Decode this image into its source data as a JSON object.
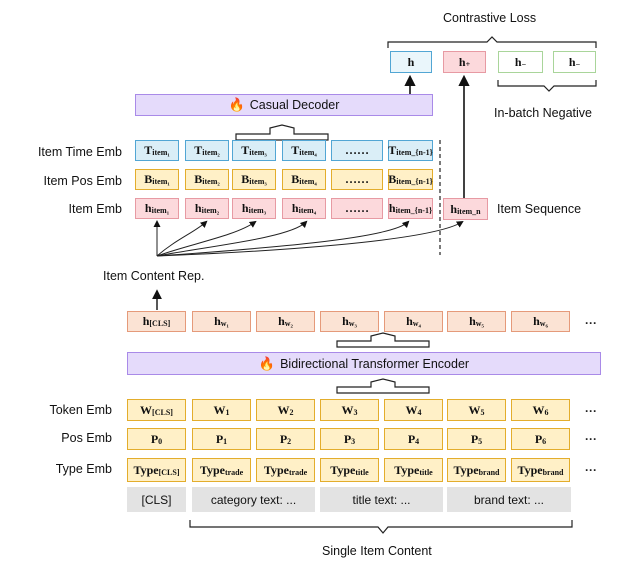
{
  "top": {
    "contrastive_loss": "Contrastive Loss",
    "in_batch_negative": "In-batch Negative",
    "h": "h",
    "h_plus_base": "h",
    "h_plus_sub": "+",
    "h_minus_base": "h",
    "h_minus_sub": "−"
  },
  "decoder": {
    "label": "Casual Decoder",
    "icon": "flame-icon"
  },
  "seq_rows": {
    "time_label": "Item Time Emb",
    "pos_label": "Item Pos Emb",
    "item_label": "Item Emb",
    "item_sequence_label": "Item Sequence",
    "ellipsis": "……",
    "time_letter": "T",
    "pos_letter": "B",
    "item_letter": "h",
    "subs": [
      "item₁",
      "item₂",
      "item₃",
      "item₄",
      "item_{n-1}"
    ],
    "last_sub": "item_n"
  },
  "content_rep": "Item Content Rep.",
  "output_tokens": {
    "cls_base": "h",
    "cls_sub": "[CLS]",
    "base": "h",
    "subs": [
      "w₁",
      "w₂",
      "w₃",
      "w₄",
      "w₅",
      "w₆"
    ],
    "trailing": "···"
  },
  "encoder": {
    "label": "Bidirectional Transformer Encoder",
    "icon": "flame-icon"
  },
  "input_rows": {
    "token_label": "Token Emb",
    "pos_label": "Pos Emb",
    "type_label": "Type Emb",
    "token_base": "W",
    "token_subs": [
      "[CLS]",
      "1",
      "2",
      "3",
      "4",
      "5",
      "6"
    ],
    "pos_base": "P",
    "pos_subs": [
      "0",
      "1",
      "2",
      "3",
      "4",
      "5",
      "6"
    ],
    "type_base": "Type",
    "type_subs": [
      "[CLS]",
      "trade",
      "trade",
      "title",
      "title",
      "brand",
      "brand"
    ],
    "trailing": "···"
  },
  "text_segments": {
    "cls": "[CLS]",
    "category": "category text: ...",
    "title": "title text: ...",
    "brand": "brand text: ..."
  },
  "single_item_content": "Single Item Content",
  "colors": {
    "time_fill": "#daeef7",
    "pos_fill": "#fff0c7",
    "item_fill": "#fcd9dc",
    "output_fill": "#fbe3d4",
    "band_fill": "#e5dbfb",
    "negative_border": "#a9d59a",
    "flame": "#e8401c"
  }
}
